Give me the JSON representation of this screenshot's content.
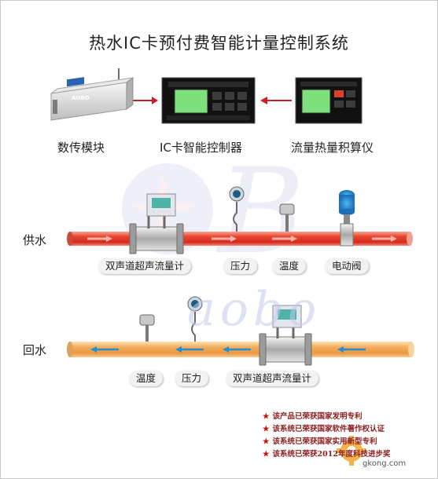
{
  "title": "热水IC卡预付费智能计量控制系统",
  "devices": {
    "modem": {
      "label": "数传模块",
      "brand": "AOBO"
    },
    "controller": {
      "label": "IC卡智能控制器"
    },
    "calculator": {
      "label": "流量热量积算仪"
    }
  },
  "supply_line": {
    "label": "供水",
    "components": [
      "双声道超声流量计",
      "压力",
      "温度",
      "电动阀"
    ],
    "color": "#e03a30"
  },
  "return_line": {
    "label": "回水",
    "components": [
      "温度",
      "压力",
      "双声道超声流量计"
    ],
    "color": "#f0a050"
  },
  "watermark": {
    "letters": "aobo",
    "site": "gkong.com"
  },
  "notes": [
    "该产品已荣获国家发明专利",
    "该系统已荣获国家软件著作权认证",
    "该系统已荣获国家实用新型专利",
    "该系统已荣获2012年度科技进步奖"
  ],
  "colors": {
    "arrow_red": "#c8202a",
    "arrow_blue": "#1f8fd6",
    "note": "#8b1d1d"
  }
}
